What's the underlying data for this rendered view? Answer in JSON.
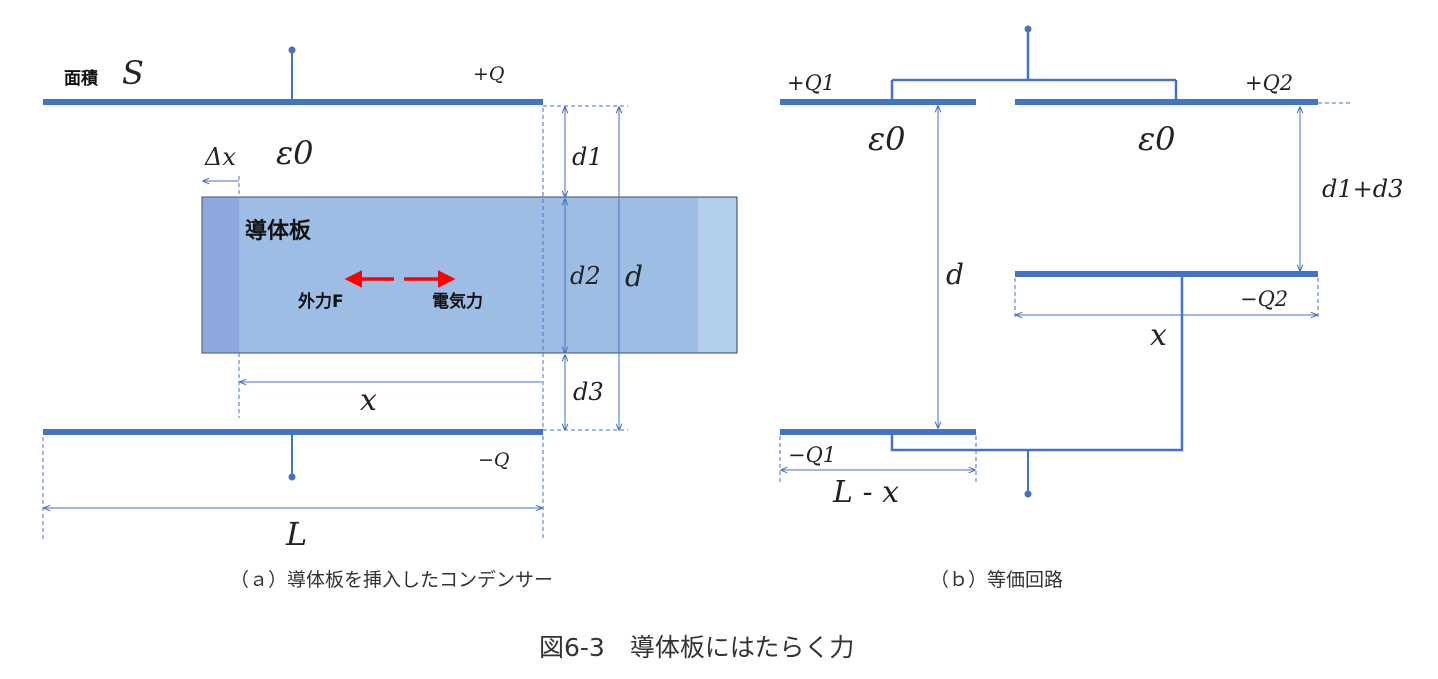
{
  "panel_a": {
    "area_label": "面積",
    "area_symbol": "S",
    "charge_top": "+Q",
    "charge_bottom": "−Q",
    "epsilon": "ε0",
    "delta_x": "Δx",
    "conductor_label": "導体板",
    "external_force": "外力F",
    "electric_force": "電気力",
    "d1": "d1",
    "d2": "d2",
    "d3": "d3",
    "d": "d",
    "x": "x",
    "L": "L",
    "caption": "（ａ）導体板を挿入したコンデンサー"
  },
  "panel_b": {
    "charge_q1_top": "+Q1",
    "charge_q2_top": "+Q2",
    "epsilon_left": "ε0",
    "epsilon_right": "ε0",
    "gap_right": "d1+d3",
    "d": "d",
    "charge_q2_bottom": "−Q2",
    "x": "x",
    "charge_q1_bottom": "−Q1",
    "L_minus_x": "L - x",
    "caption": "（ｂ）等価回路"
  },
  "figure_caption": "図6-3　導体板にはたらく力",
  "colors": {
    "plate": "#4472c4",
    "conductor_fill": "#9dbde5",
    "conductor_dark": "#8ca8dc",
    "conductor_light": "#b4cfec",
    "force_arrow": "#ff0000"
  }
}
